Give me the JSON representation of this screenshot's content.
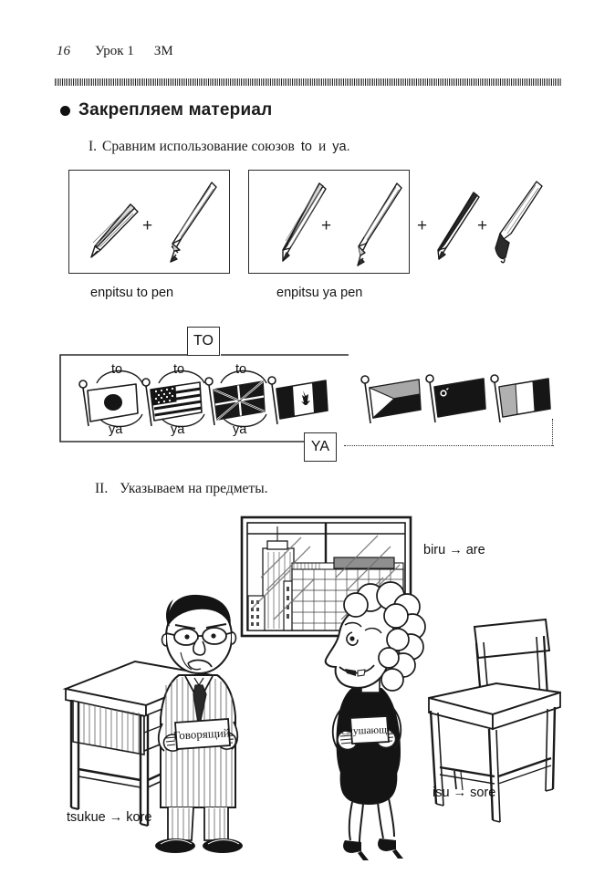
{
  "page": {
    "folio": "16",
    "running_lesson": "Урок 1",
    "running_unit": "ЗМ"
  },
  "section": {
    "heading": "Закрепляем материал",
    "bullet_icon": "filled-circle-bullet"
  },
  "tasks": [
    {
      "number": "I.",
      "text": "Сравним использование союзов",
      "latin_a": "to",
      "conjunction_ru": "и",
      "latin_b": "ya.",
      "full": "I. Сравним использование союзов to и ya."
    },
    {
      "number": "II.",
      "text": "Указываем на предметы.",
      "full": "II. Указываем на предметы."
    }
  ],
  "comparison": {
    "plus_symbol": "+",
    "boxes": [
      {
        "id": "to-box",
        "caption": "enpitsu to pen",
        "items": [
          "pencil-icon",
          "pen-icon"
        ],
        "boxed": true
      },
      {
        "id": "ya-box",
        "caption": "enpitsu ya pen",
        "items": [
          "pencil-icon",
          "pen-icon"
        ],
        "boxed": true
      }
    ],
    "loose_items": [
      "pen-icon",
      "brush-icon"
    ]
  },
  "flag_diagram": {
    "top_tag": "TO",
    "bottom_tag": "YA",
    "upper_links": [
      "to",
      "to",
      "to"
    ],
    "lower_links": [
      "ya",
      "ya",
      "ya"
    ],
    "bracketed_flags": [
      "flag-japan",
      "flag-usa",
      "flag-uk",
      "flag-canada"
    ],
    "trailing_flags": [
      "flag-czechia",
      "flag-dark",
      "flag-tricolor"
    ],
    "continuation": "dotted-line"
  },
  "scene": {
    "labels": [
      {
        "id": "biru",
        "text": "biru → are",
        "target": "window-cityscape"
      },
      {
        "id": "isu",
        "text": "isu → sore",
        "target": "chair-illustration"
      },
      {
        "id": "tsukue",
        "text": "tsukue → kore",
        "target": "desk-illustration"
      }
    ],
    "characters": [
      {
        "id": "speaker",
        "sign_text": "Говорящий",
        "description": "man-with-glasses"
      },
      {
        "id": "listener",
        "sign_text": "Слушающий",
        "description": "woman-with-curly-hair"
      }
    ]
  },
  "colors": {
    "ink": "#1a1a1a",
    "rule": "#333333",
    "paper": "#ffffff"
  }
}
